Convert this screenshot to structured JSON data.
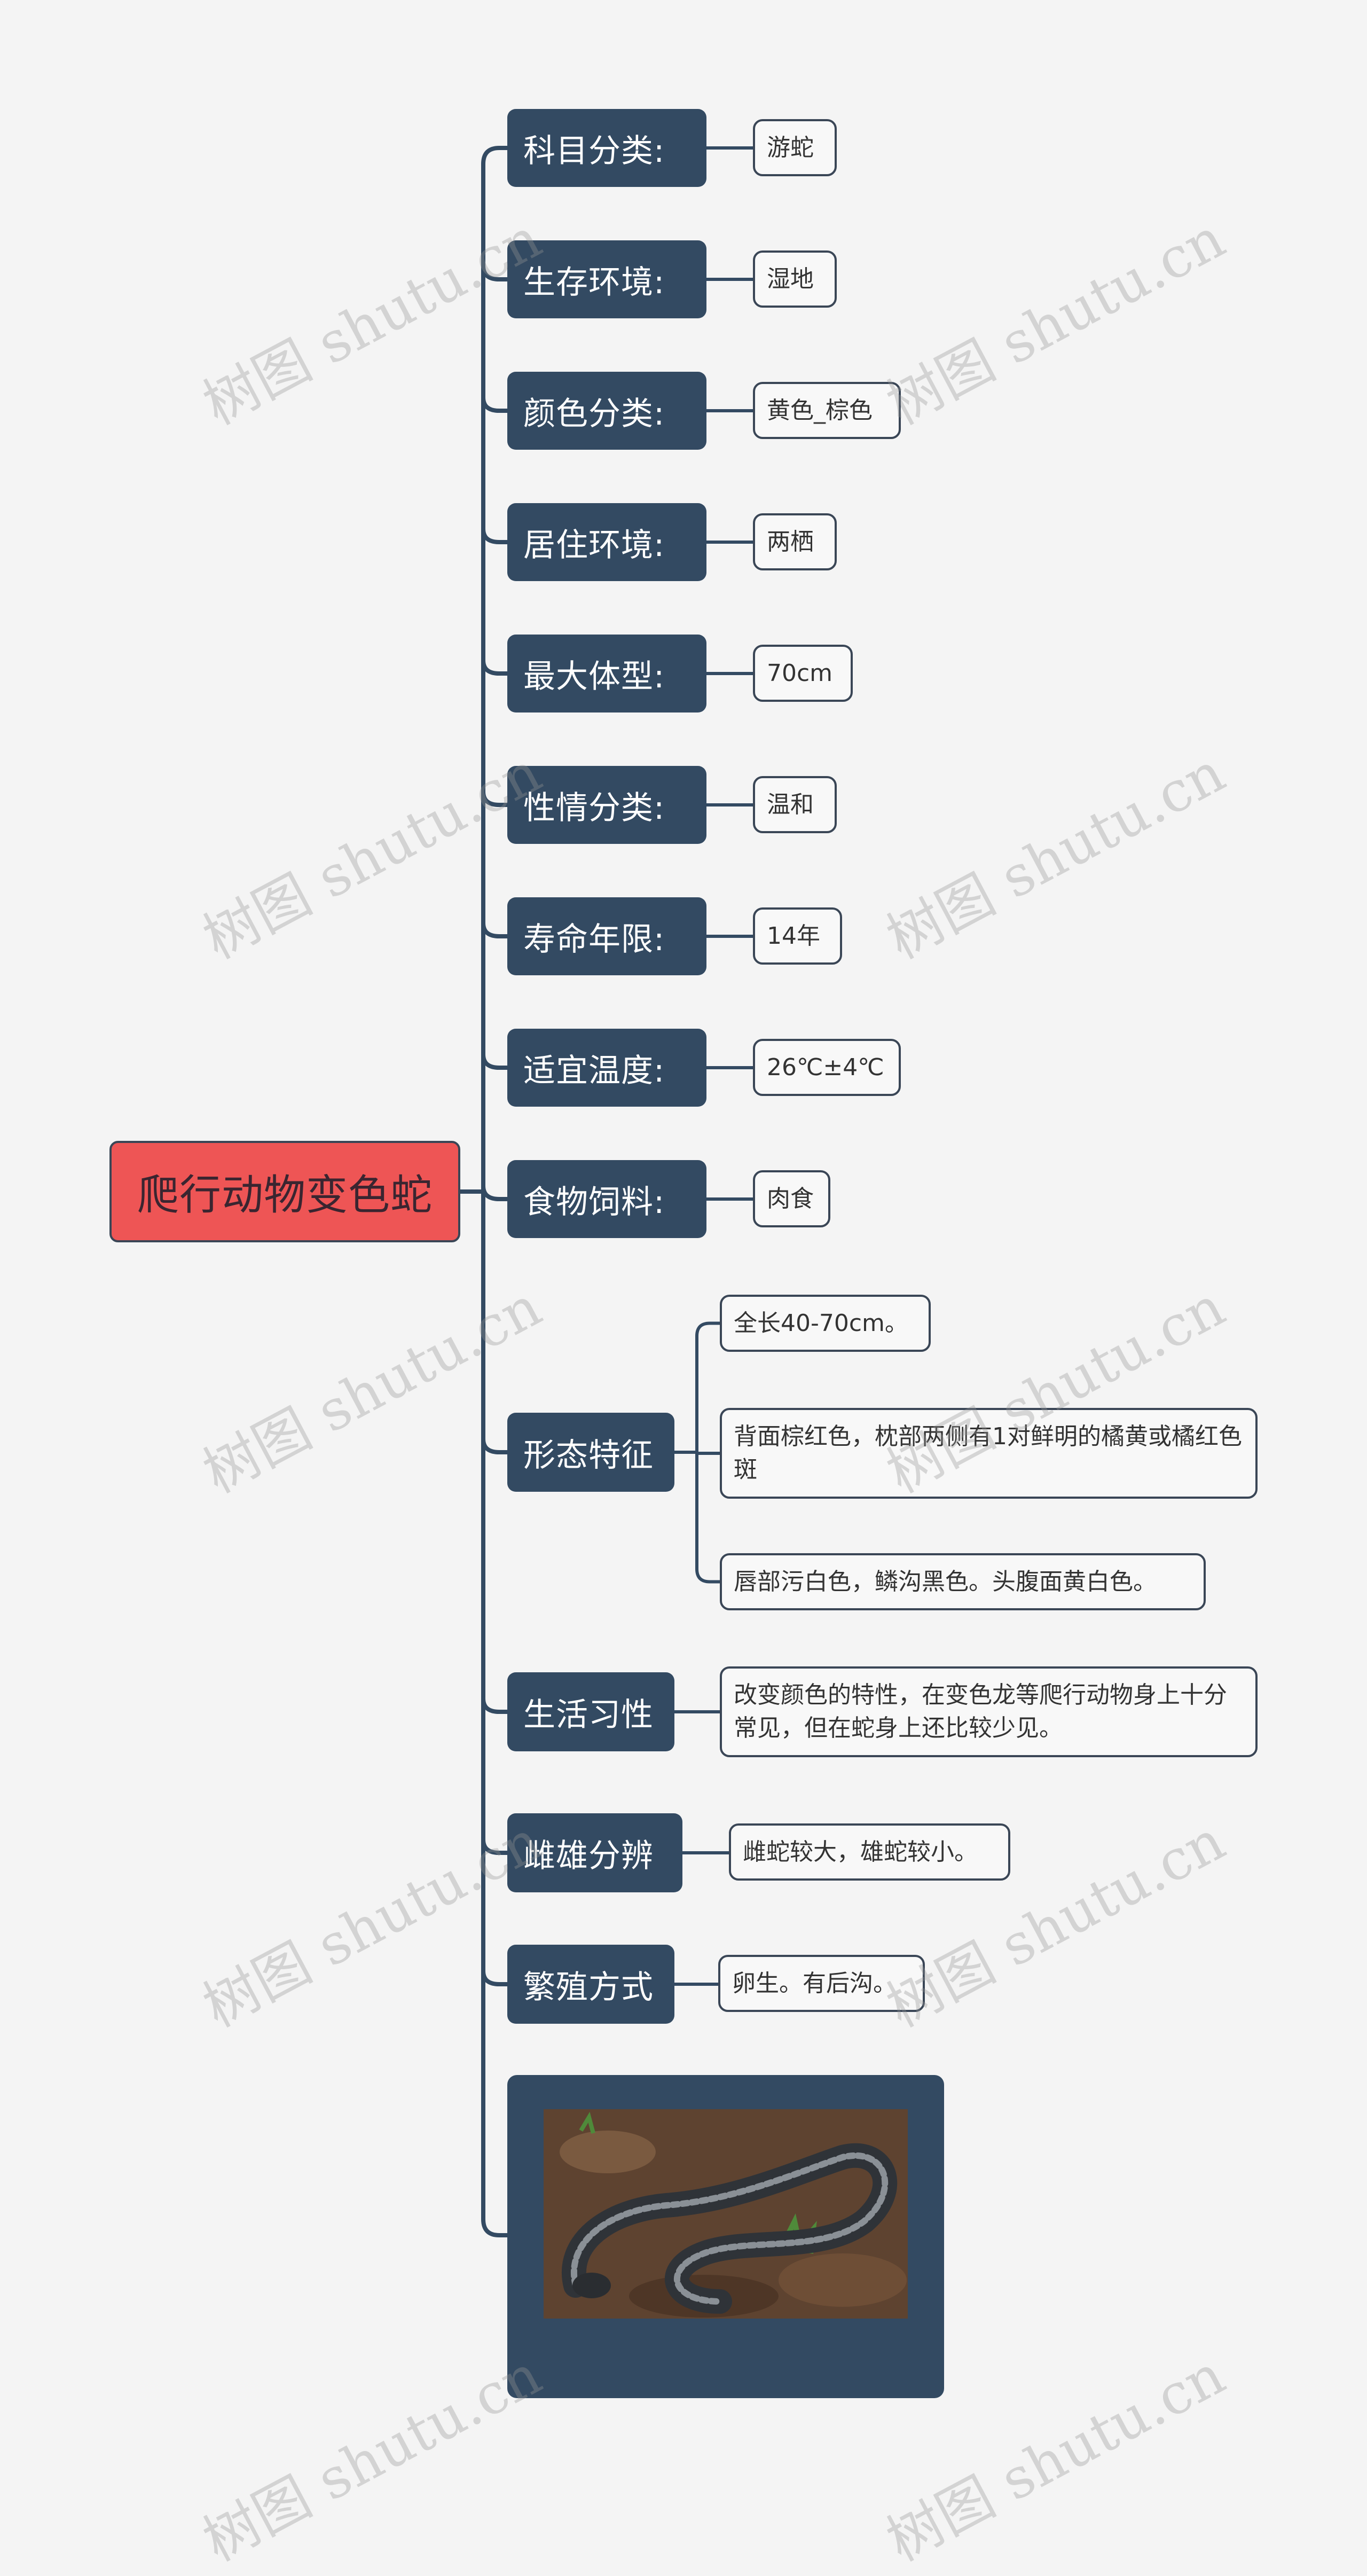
{
  "root": {
    "label": "爬行动物变色蛇"
  },
  "categories": [
    {
      "label": "科目分类:",
      "values": [
        "游蛇"
      ]
    },
    {
      "label": "生存环境:",
      "values": [
        "湿地"
      ]
    },
    {
      "label": "颜色分类:",
      "values": [
        "黄色_棕色"
      ]
    },
    {
      "label": "居住环境:",
      "values": [
        "两栖"
      ]
    },
    {
      "label": "最大体型:",
      "values": [
        "70cm"
      ]
    },
    {
      "label": "性情分类:",
      "values": [
        "温和"
      ]
    },
    {
      "label": "寿命年限:",
      "values": [
        "14年"
      ]
    },
    {
      "label": "适宜温度:",
      "values": [
        "26℃±4℃"
      ]
    },
    {
      "label": "食物饲料:",
      "values": [
        "肉食"
      ]
    },
    {
      "label": "形态特征",
      "values": [
        "全长40-70cm。",
        "背面棕红色，枕部两侧有1对鲜明的橘黄或橘红色斑",
        "唇部污白色，鳞沟黑色。头腹面黄白色。"
      ]
    },
    {
      "label": "生活习性",
      "values": [
        "改变颜色的特性，在变色龙等爬行动物身上十分常见，但在蛇身上还比较少见。"
      ]
    },
    {
      "label": "雌雄分辨",
      "values": [
        "雌蛇较大，雄蛇较小。"
      ]
    },
    {
      "label": "繁殖方式",
      "values": [
        "卵生。有后沟。"
      ]
    }
  ],
  "image_node": {
    "icon": "snake-photo"
  },
  "watermark": "树图 shutu.cn",
  "colors": {
    "root": "#ee5555",
    "category": "#334a62",
    "line": "#334a62",
    "leaf_border": "#3a4656",
    "background": "#f4f4f4"
  }
}
